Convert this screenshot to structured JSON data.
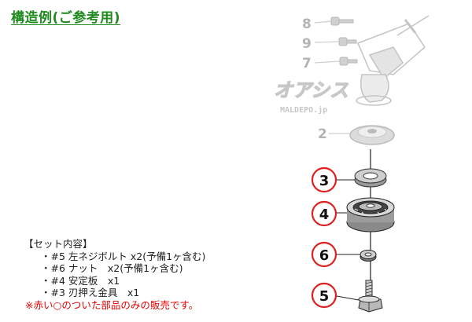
{
  "page_title": "構造例(ご参考用)",
  "callouts_grey": [
    "8",
    "9",
    "7",
    "2"
  ],
  "callouts_red": [
    "3",
    "4",
    "6",
    "5"
  ],
  "parts_list": {
    "heading": "【セット内容】",
    "items": [
      "・#5 左ネジボルト x2(予備1ヶ含む)",
      "・#6 ナット　x2(予備1ヶ含む)",
      "・#4 安定板　x1",
      "・#3 刃押え金具　x1"
    ],
    "note": "※赤い○のついた部品のみの販売です。"
  },
  "watermark": {
    "brand": "オアシス",
    "site": "MALDEPO.jp"
  },
  "colors": {
    "title_green": "#1e8a1e",
    "callout_red": "#e02020",
    "note_red": "#e00000",
    "grey_part": "#bdbdbd"
  }
}
